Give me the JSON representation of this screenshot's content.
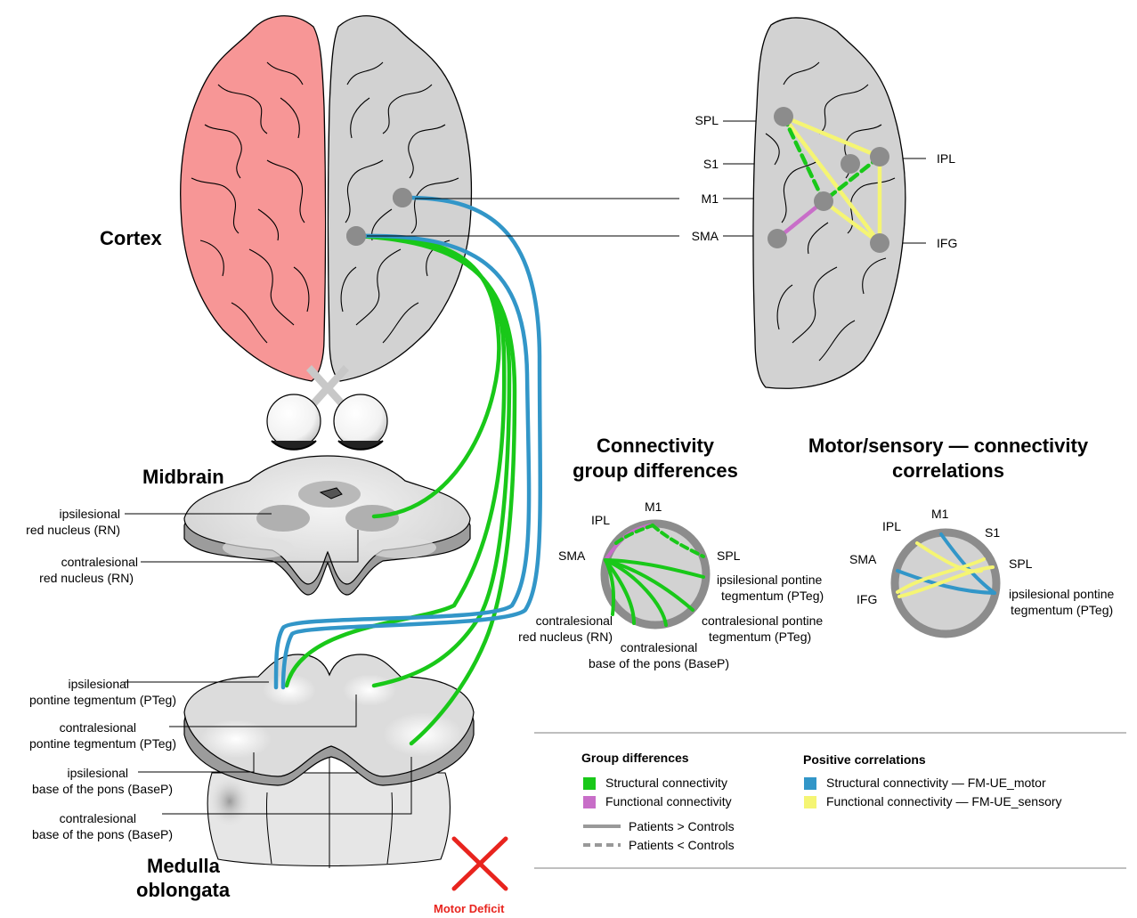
{
  "regions": {
    "cortex": "Cortex",
    "midbrain": "Midbrain",
    "medulla_line1": "Medulla",
    "medulla_line2": "oblongata"
  },
  "midbrain_labels": {
    "ipsi_rn_1": "ipsilesional",
    "ipsi_rn_2": "red nucleus (RN)",
    "contra_rn_1": "contralesional",
    "contra_rn_2": "red nucleus (RN)"
  },
  "pons_labels": {
    "ipsi_pteg_1": "ipsilesional",
    "ipsi_pteg_2": "pontine tegmentum (PTeg)",
    "contra_pteg_1": "contralesional",
    "contra_pteg_2": "pontine tegmentum (PTeg)",
    "ipsi_basep_1": "ipsilesional",
    "ipsi_basep_2": "base of the pons (BaseP)",
    "contra_basep_1": "contralesional",
    "contra_basep_2": "base of the pons (BaseP)"
  },
  "cortex_labels": {
    "spl": "SPL",
    "s1": "S1",
    "m1": "M1",
    "sma": "SMA",
    "ipl": "IPL",
    "ifg": "IFG"
  },
  "group_diff": {
    "title_line1": "Connectivity",
    "title_line2": "group differences",
    "m1": "M1",
    "ipl": "IPL",
    "sma": "SMA",
    "spl": "SPL",
    "ipsi_pteg_1": "ipsilesional pontine",
    "ipsi_pteg_2": "tegmentum (PTeg)",
    "contra_pteg_1": "contralesional pontine",
    "contra_pteg_2": "tegmentum (PTeg)",
    "contra_rn_1": "contralesional",
    "contra_rn_2": "red nucleus (RN)",
    "contra_basep_1": "contralesional",
    "contra_basep_2": "base of the pons (BaseP)"
  },
  "correlations": {
    "title_line1": "Motor/sensory — connectivity",
    "title_line2": "correlations",
    "ipl": "IPL",
    "m1": "M1",
    "s1": "S1",
    "sma": "SMA",
    "spl": "SPL",
    "ifg": "IFG",
    "ipsi_pteg_1": "ipsilesional pontine",
    "ipsi_pteg_2": "tegmentum (PTeg)"
  },
  "legend": {
    "group_title": "Group differences",
    "structural": "Structural connectivity",
    "functional": "Functional connectivity",
    "patients_gt": "Patients > Controls",
    "patients_lt": "Patients < Controls",
    "positive_title": "Positive correlations",
    "struct_motor": "Structural connectivity — FM-UE_motor",
    "func_sensory": "Functional connectivity — FM-UE_sensory"
  },
  "motor_deficit": "Motor Deficit",
  "colors": {
    "structural_green": "#19c819",
    "functional_purple": "#c86ec8",
    "motor_blue": "#3296c8",
    "sensory_yellow": "#f5f573",
    "lesion_red": "#f79696",
    "hemisphere_gray": "#d2d2d2",
    "node_gray": "#8c8c8c",
    "deficit_red": "#e8241e"
  },
  "icons": [
    "brain-lesioned-hemisphere",
    "brain-intact-hemisphere",
    "midbrain-section",
    "pons-section",
    "medulla",
    "motor-deficit-cross-icon"
  ]
}
